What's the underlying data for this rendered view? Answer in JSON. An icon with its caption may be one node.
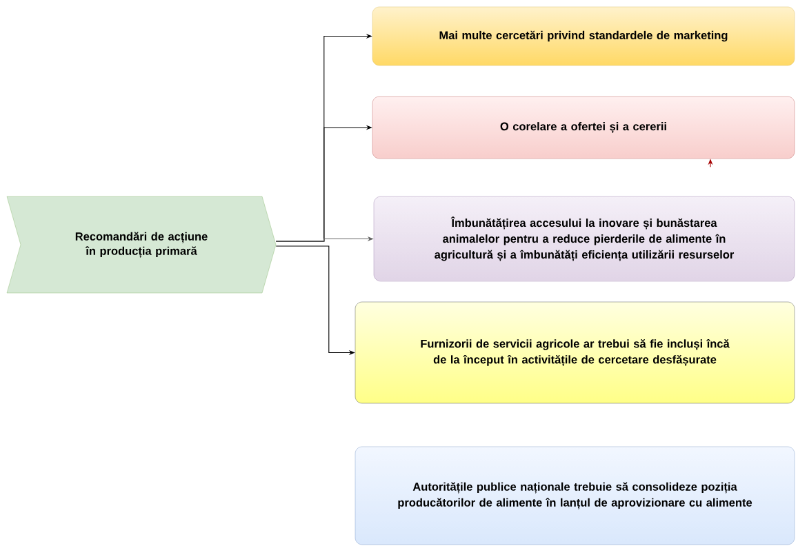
{
  "diagram": {
    "nodes": [
      {
        "text": [
          "Recomandări de acțiune în producția primară"
        ]
      },
      {
        "text": [
          "Mai multe cercetări privind standardele de marketing"
        ]
      },
      {
        "text": [
          "O corelare a ofertei și a cererii"
        ]
      },
      {
        "text": [
          "Îmbunătățirea accesului la inovare și bunăstarea animalelor pentru a reduce pierderile de alimente în agricultură și a îmbunătăți eficiența utilizării resurselor"
        ]
      },
      {
        "text": [
          "Furnizorii de servicii agricole ar trebui să fie incluși încă de la început în activitățile de cercetare desfășurate"
        ]
      },
      {
        "text": [
          "Autoritățile publice naționale trebuie să consolideze poziția producătorilor de alimente în lanțul de aprovizionare cu alimente"
        ]
      }
    ],
    "edges": [
      {
        "from": 0,
        "to": 1,
        "arrow": "to"
      },
      {
        "from": 0,
        "to": 2,
        "arrow": "to"
      },
      {
        "from": 0,
        "to": 3,
        "arrow": "to",
        "color": "#666666"
      },
      {
        "from": 0,
        "to": 4,
        "arrow": "to"
      },
      {
        "from": null,
        "to": 2,
        "arrow": "to",
        "color": "#a50000"
      }
    ]
  }
}
